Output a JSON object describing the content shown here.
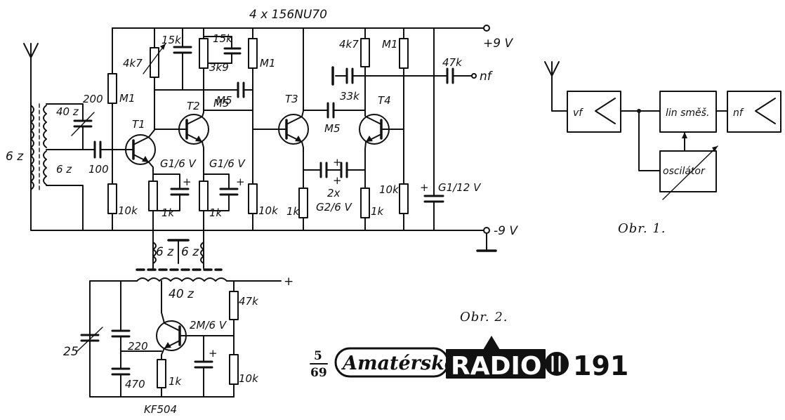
{
  "figure1": {
    "caption": "Obr. 1.",
    "blocks": {
      "rf_amp": "vf",
      "mixer": "lin směš.",
      "af_amp": "nf",
      "oscillator": "oscilátor"
    }
  },
  "figure2": {
    "caption": "Obr. 2.",
    "transistor_type": "4 x 156NU70",
    "oscillator_transistor": "KF504",
    "supply": {
      "positive": "+9 V",
      "negative": "-9 V"
    },
    "output": "nf",
    "transistors": [
      "T1",
      "T2",
      "T3",
      "T4"
    ],
    "labels": {
      "ant_coil_primary": "6 z",
      "ant_coil_tap1": "40 z",
      "ant_coil_tap2": "6 z",
      "c_tune": "200",
      "c_input": "100",
      "r_t1_bias": "M1",
      "r_t1_emitter": "10k",
      "r_t2_pot": "4k7",
      "c_t2_feedback": "15k",
      "c_feedback2": "15k",
      "r_3k9": "3k9",
      "r_m1_top": "M1",
      "c_m5_a": "M5",
      "c_m5_b": "M5",
      "c_emitter1": "G1/6 V",
      "c_emitter2": "G1/6 V",
      "r_emitter1": "1k",
      "r_emitter2": "1k",
      "r_10k_a": "10k",
      "r_1k_t3": "1k",
      "c_coupling_pair_count": "2x",
      "c_coupling_pair": "G2/6 V",
      "r_1k_t4": "1k",
      "r_4k7_t3": "4k7",
      "c_33k": "33k",
      "r_m1_t4": "M1",
      "c_47k": "47k",
      "r_10k_t4": "10k",
      "c_supply": "G1/12 V",
      "osc_coil_a": "6 z",
      "osc_coil_b": "6 z",
      "osc_coil_main": "40 z",
      "osc_r_47k": "47k",
      "osc_c_tune": "25",
      "osc_c_220": "220",
      "osc_c_470": "470",
      "osc_r_1k": "1k",
      "osc_c_2m": "2M/6 V",
      "osc_r_10k": "10k"
    }
  },
  "masthead": {
    "issue_number": "5",
    "issue_year": "69",
    "title_script": "Amatérské",
    "title_block": "RADIO",
    "page_number": "191"
  }
}
